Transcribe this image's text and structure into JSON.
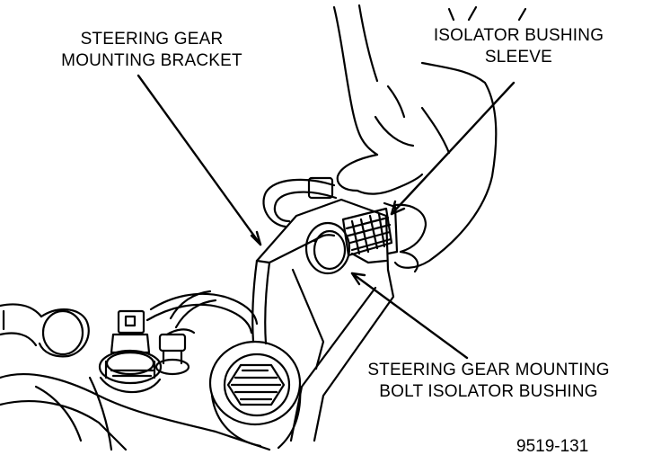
{
  "labels": {
    "bracket": {
      "line1": "STEERING GEAR",
      "line2": "MOUNTING BRACKET"
    },
    "sleeve": {
      "line1": "ISOLATOR BUSHING",
      "line2": "SLEEVE"
    },
    "bushing": {
      "line1": "STEERING GEAR MOUNTING",
      "line2": "BOLT ISOLATOR BUSHING"
    }
  },
  "figure_number": "9519-131",
  "colors": {
    "ink": "#000000",
    "paper": "#ffffff"
  }
}
